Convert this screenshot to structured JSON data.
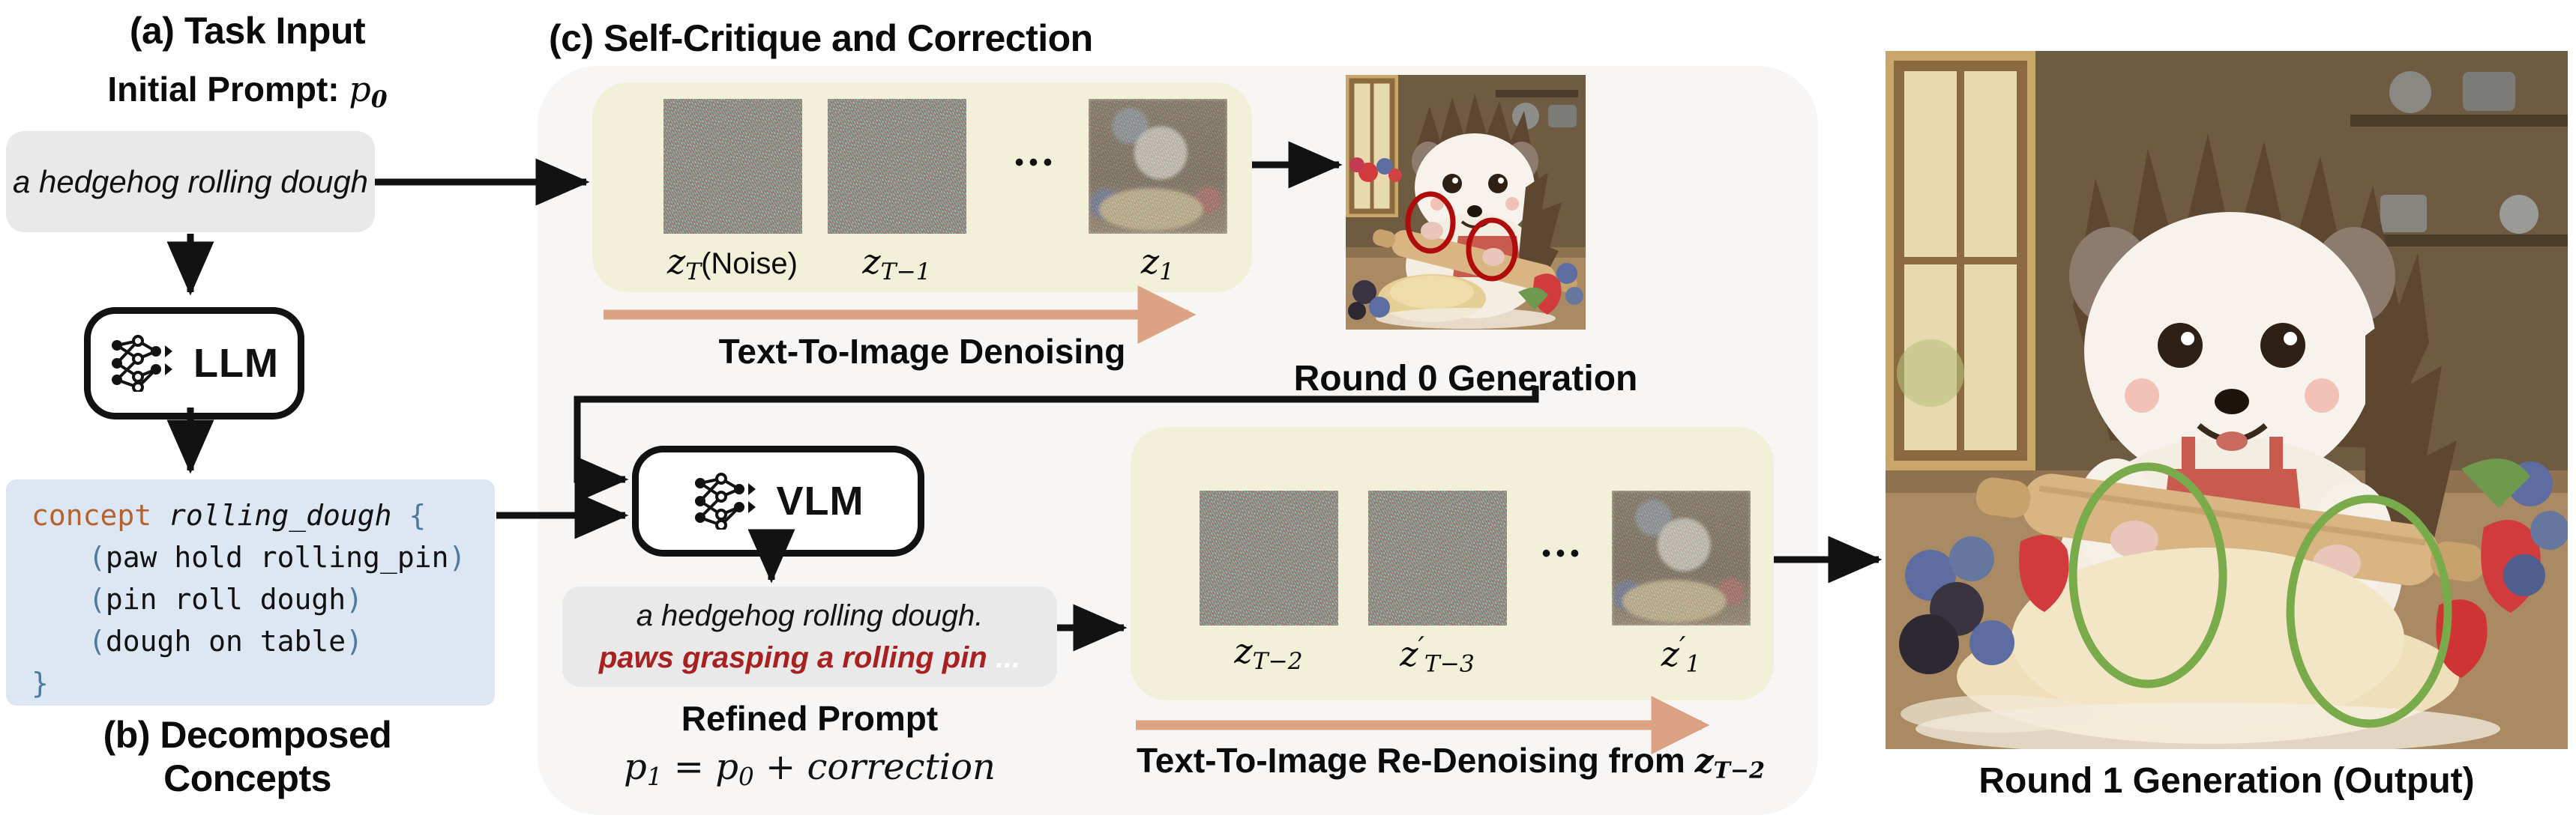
{
  "panel_a": {
    "title": "(a) Task Input",
    "prompt_label_prefix": "Initial Prompt: ",
    "prompt_symbol": "p",
    "prompt_symbol_sub": "0",
    "prompt_text": "a hedgehog rolling dough",
    "llm_label": "LLM"
  },
  "panel_b": {
    "title": "(b) Decomposed Concepts",
    "code": {
      "keyword": "concept",
      "name": "rolling_dough",
      "brace_open": "{",
      "paren_open": "(",
      "paren_close": ")",
      "line1": "paw hold rolling_pin",
      "line2": "pin roll dough",
      "line3": "dough on table",
      "brace_close": "}"
    }
  },
  "panel_c": {
    "title": "(c) Self-Critique and Correction",
    "row1": {
      "latent1": {
        "base": "z",
        "sub": "T",
        "paren": "(Noise)"
      },
      "latent2": {
        "base": "z",
        "sub": "T−1"
      },
      "dots": "•••",
      "latent3": {
        "base": "z",
        "sub": "1"
      },
      "arrow_label": "Text-To-Image Denoising",
      "caption": "Round 0 Generation"
    },
    "vlm_label": "VLM",
    "refined_box": {
      "line1": "a hedgehog rolling dough.",
      "line2": "paws grasping a rolling pin",
      "ellipsis": "..."
    },
    "refined_title": "Refined Prompt",
    "formula": {
      "lhs": "p",
      "lhs_sub": "1",
      "eq": " = ",
      "rhs1": "p",
      "rhs1_sub": "0",
      "plus": " + ",
      "rhs2": "correction"
    },
    "row2": {
      "latent1": {
        "base": "z",
        "sub": "T−2"
      },
      "latent2": {
        "base": "z",
        "prime": "′",
        "sub": "T−3"
      },
      "dots": "•••",
      "latent3": {
        "base": "z",
        "prime": "′",
        "sub": "1"
      },
      "arrow_label_prefix": "Text-To-Image Re-Denoising from ",
      "arrow_math": {
        "base": "z",
        "sub": "T−2"
      },
      "caption": "Round 1 Generation (Output)"
    }
  },
  "colors": {
    "salmon_arrow": "#dba284",
    "cream_box": "#f3f0da",
    "code_box_bg": "#dce7f3",
    "keyword_orange": "#b5622f",
    "paren_blue": "#4d7a9e",
    "correction_red": "#a92020",
    "annotation_red": "#b00c0c",
    "annotation_green": "#7aab4a",
    "gray_box": "#e9e9e9",
    "panel_bg": "#f7f6f5"
  }
}
